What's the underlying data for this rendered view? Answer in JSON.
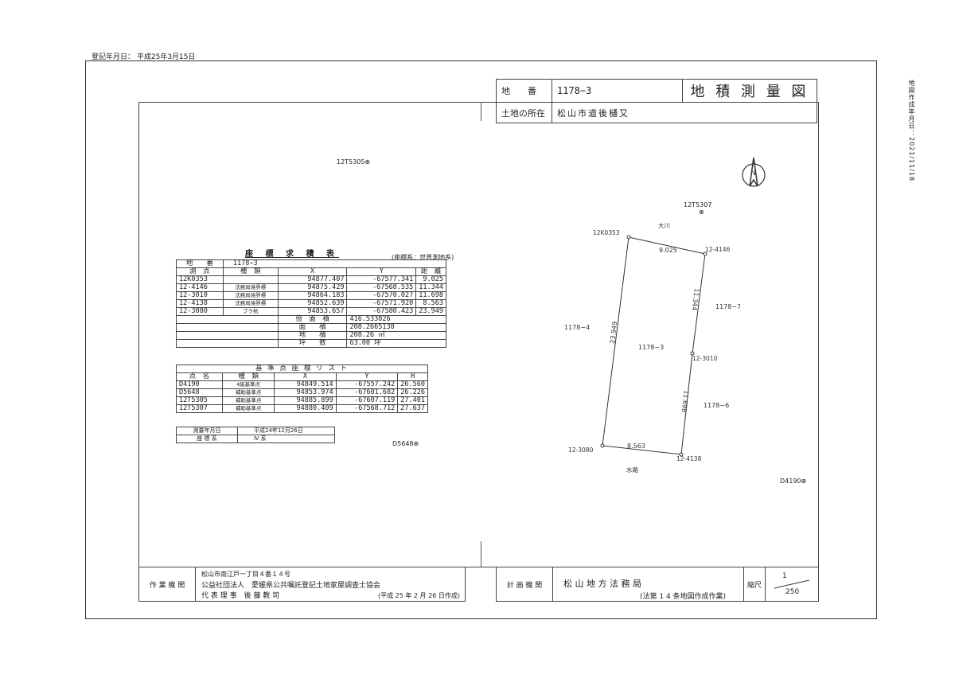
{
  "registration_date": "登記年月日： 平成25年3月15日",
  "side_note": "地図作成年月日：2021/11/18",
  "header": {
    "lot_label": "地　　番",
    "lot_value": "1178−3",
    "title": "地 積 測 量 図",
    "location_label": "土地の所在",
    "location_value": "松山市道後樋又"
  },
  "coord_table": {
    "title": "座 標 求 積 表",
    "system_note": "(座標系：世界測地系)",
    "lot_label": "地　　番",
    "lot_value": "1178−3",
    "headers": [
      "測　点",
      "種　類",
      "X",
      "Y",
      "距　離"
    ],
    "rows": [
      [
        "12K0353",
        "",
        "94877.407",
        "-67577.341",
        "9.025"
      ],
      [
        "12-4146",
        "法務局境界標",
        "94875.429",
        "-67568.535",
        "11.344"
      ],
      [
        "12-3010",
        "法務局境界標",
        "94864.183",
        "-67570.027",
        "11.698"
      ],
      [
        "12-4138",
        "法務局境界標",
        "94852.639",
        "-67571.920",
        "8.563"
      ],
      [
        "12-3080",
        "プラ杭",
        "94853.657",
        "-67580.423",
        "23.949"
      ]
    ],
    "area_rows": [
      [
        "倍　面　積",
        "416.533026"
      ],
      [
        "面　　積",
        "208.2665130"
      ],
      [
        "地　　積",
        "208.26 ㎡"
      ],
      [
        "坪　　数",
        "63.00 坪"
      ]
    ]
  },
  "ref_table": {
    "title": "基 準 点 座 標 リ ス ト",
    "headers": [
      "点　名",
      "種　類",
      "X",
      "Y",
      "H"
    ],
    "rows": [
      [
        "D4190",
        "4級基準点",
        "94849.514",
        "-67557.242",
        "26.560"
      ],
      [
        "D5648",
        "補助基準点",
        "94853.974",
        "-67601.682",
        "26.226"
      ],
      [
        "12T5305",
        "補助基準点",
        "94885.899",
        "-67607.119",
        "27.401"
      ],
      [
        "12T5307",
        "補助基準点",
        "94880.409",
        "-67568.712",
        "27.637"
      ]
    ]
  },
  "survey_table": {
    "rows": [
      [
        "測量年月日",
        "平成24年12月26日"
      ],
      [
        "座 標 系",
        "Ⅳ 系"
      ]
    ]
  },
  "map": {
    "points": {
      "k0353": "12K0353",
      "p4146": "12-4146",
      "p3010": "12-3010",
      "p4138": "12-4138",
      "p3080": "12-3080"
    },
    "distances": {
      "top": "9.025",
      "right_upper": "11.344",
      "right_lower": "11.698",
      "bottom": "8.563",
      "left": "23.949"
    },
    "labels": {
      "river": "大川",
      "waterway": "水路",
      "center": "1178−3",
      "west": "1178−4",
      "east_upper": "1178−7",
      "east_lower": "1178−6"
    },
    "refs": {
      "t5305": "12T5305⊕",
      "t5307": "12T5307",
      "t5307_mark": "⊕",
      "d5648": "D5648⊕",
      "d4190": "D4190⊕"
    },
    "compass": "N"
  },
  "footer": {
    "work_label": "作 業 機 関",
    "address": "松山市南江戸一丁目４番１４号",
    "org": "公益社団法人　愛媛県公共嘱託登記土地家屋調査士協会",
    "rep": "代 表 理 事　後 藤 教 司",
    "made": "(平成 25 年 2 月 26 日作成)",
    "plan_label": "計 画 機 関",
    "plan_org": "松 山 地 方 法 務 局",
    "plan_note": "(法第 1 4 条地図作成作業)",
    "scale_label": "縮尺",
    "scale_num": "1",
    "scale_den": "250"
  }
}
